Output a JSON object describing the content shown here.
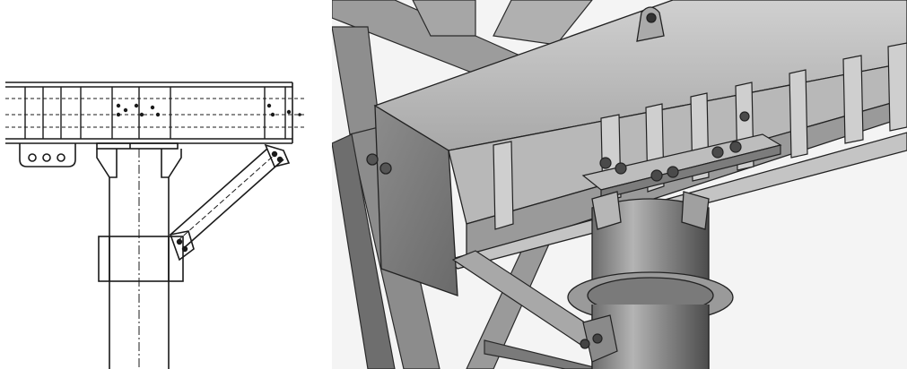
{
  "figure": {
    "panels": [
      {
        "id": "elevation-drawing",
        "kind": "2d-line-drawing"
      },
      {
        "id": "isometric-render",
        "kind": "3d-shaded-render"
      }
    ]
  },
  "colors": {
    "line": "#1a1a1a",
    "paper": "#ffffff",
    "steel_light": "#c8c8c8",
    "steel_mid": "#9a9a9a",
    "steel_dark": "#5e5e5e",
    "steel_shadow": "#3a3a3a",
    "background_right": "#f4f4f4"
  }
}
